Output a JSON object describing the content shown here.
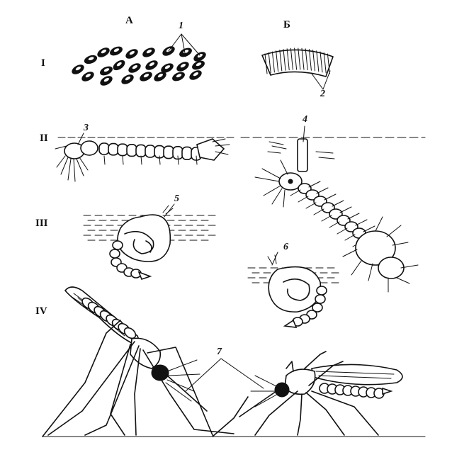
{
  "columns": {
    "a": "А",
    "b": "Б"
  },
  "rows": {
    "r1": "I",
    "r2": "II",
    "r3": "III",
    "r4": "IV"
  },
  "callouts": {
    "n1": "1",
    "n2": "2",
    "n3": "3",
    "n4": "4",
    "n5": "5",
    "n6": "6",
    "n7": "7"
  }
}
